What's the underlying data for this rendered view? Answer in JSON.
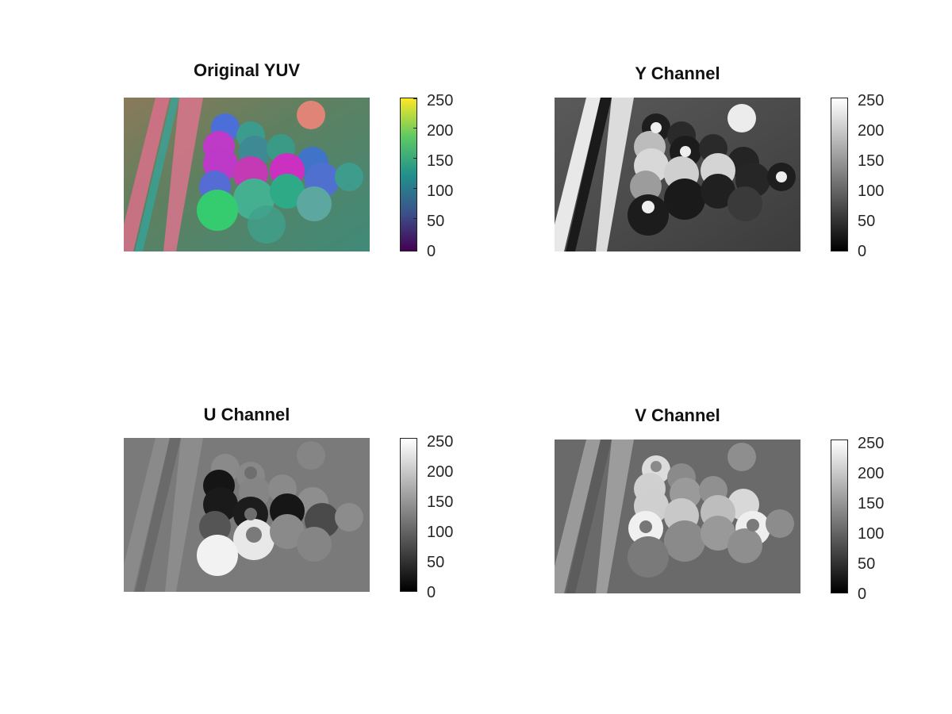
{
  "figure": {
    "panels": [
      {
        "title": "Original YUV",
        "colormap": "viridis"
      },
      {
        "title": "Y Channel",
        "colormap": "gray"
      },
      {
        "title": "U Channel",
        "colormap": "gray"
      },
      {
        "title": "V Channel",
        "colormap": "gray"
      }
    ],
    "colorbar_ticks": [
      "250",
      "200",
      "150",
      "100",
      "50",
      "0"
    ],
    "colorbar_range": [
      0,
      255
    ]
  }
}
